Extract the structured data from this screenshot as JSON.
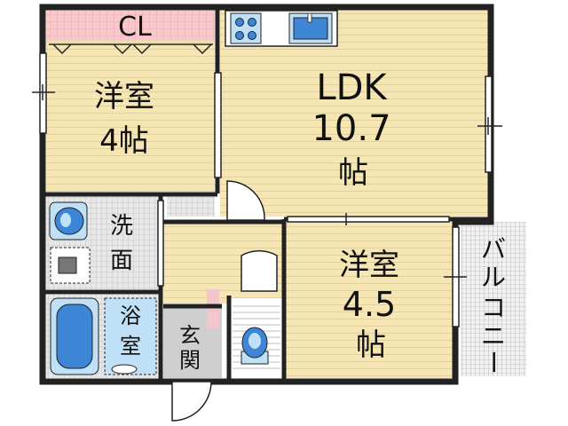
{
  "rooms": {
    "closet": {
      "label": "CL"
    },
    "western_a": {
      "line1": "洋室",
      "line2": "4帖"
    },
    "ldk": {
      "line1": "LDK",
      "line2": "10.7",
      "line3": "帖"
    },
    "western_b": {
      "line1": "洋室",
      "line2": "4.5",
      "line3": "帖"
    },
    "washroom": {
      "line1": "洗",
      "line2": "面"
    },
    "bathroom": {
      "line1": "浴",
      "line2": "室"
    },
    "entrance": {
      "line1": "玄",
      "line2": "関"
    },
    "balcony": {
      "chars": [
        "バ",
        "ル",
        "コ",
        "ニ",
        "ー"
      ]
    }
  },
  "colors": {
    "room_floor": "#f6e6b4",
    "closet": "#f7c9cc",
    "tile": "#d8d8d8",
    "wall": "#222222",
    "fixture_blue": "#3d86d6",
    "fixture_light": "#bfe0f7",
    "step_pink": "#f3c6cc"
  },
  "icons": [
    "stove-icon",
    "sink-icon",
    "toilet-icon",
    "bathtub-icon",
    "washbasin-icon",
    "washing-machine-icon"
  ]
}
